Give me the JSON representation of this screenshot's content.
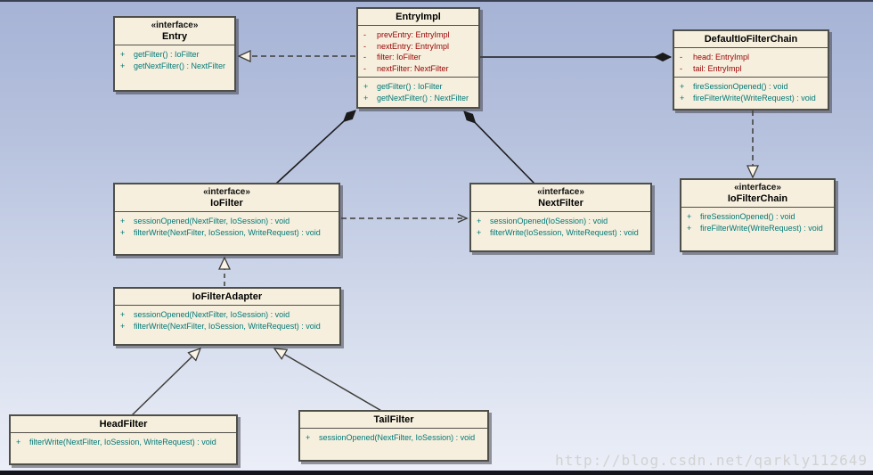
{
  "watermark": "http://blog.csdn.net/qarkly112649",
  "colors": {
    "background_top": "#a6b3d5",
    "background_bottom": "#eceff8",
    "box_fill": "#f6efdd",
    "box_border": "#4f4f49",
    "attribute_text": "#990000",
    "method_text": "#007878",
    "watermark_text": "#cfcfcc"
  },
  "diagram": {
    "classes": [
      {
        "id": "entry",
        "stereotype": "«interface»",
        "name": "Entry",
        "attributes": [],
        "methods": [
          {
            "vis": "+",
            "text": "getFilter() : IoFilter"
          },
          {
            "vis": "+",
            "text": "getNextFilter() : NextFilter"
          }
        ]
      },
      {
        "id": "entryimpl",
        "stereotype": "",
        "name": "EntryImpl",
        "attributes": [
          {
            "vis": "-",
            "text": "prevEntry:  EntryImpl"
          },
          {
            "vis": "-",
            "text": "nextEntry:  EntryImpl"
          },
          {
            "vis": "-",
            "text": "filter:  IoFilter"
          },
          {
            "vis": "-",
            "text": "nextFilter:  NextFilter"
          }
        ],
        "methods": [
          {
            "vis": "+",
            "text": "getFilter() : IoFilter"
          },
          {
            "vis": "+",
            "text": "getNextFilter() : NextFilter"
          }
        ]
      },
      {
        "id": "defaultchain",
        "stereotype": "",
        "name": "DefaultIoFilterChain",
        "attributes": [
          {
            "vis": "-",
            "text": "head:  EntryImpl"
          },
          {
            "vis": "-",
            "text": "tail:  EntryImpl"
          }
        ],
        "methods": [
          {
            "vis": "+",
            "text": "fireSessionOpened() : void"
          },
          {
            "vis": "+",
            "text": "fireFilterWrite(WriteRequest) : void"
          }
        ]
      },
      {
        "id": "iofilter",
        "stereotype": "«interface»",
        "name": "IoFilter",
        "attributes": [],
        "methods": [
          {
            "vis": "+",
            "text": "sessionOpened(NextFilter, IoSession) : void"
          },
          {
            "vis": "+",
            "text": "filterWrite(NextFilter, IoSession, WriteRequest) : void"
          }
        ]
      },
      {
        "id": "nextfilter",
        "stereotype": "«interface»",
        "name": "NextFilter",
        "attributes": [],
        "methods": [
          {
            "vis": "+",
            "text": "sessionOpened(IoSession) : void"
          },
          {
            "vis": "+",
            "text": "filterWrite(IoSession, WriteRequest) : void"
          }
        ]
      },
      {
        "id": "iofilterchain",
        "stereotype": "«interface»",
        "name": "IoFilterChain",
        "attributes": [],
        "methods": [
          {
            "vis": "+",
            "text": "fireSessionOpened() : void"
          },
          {
            "vis": "+",
            "text": "fireFilterWrite(WriteRequest) : void"
          }
        ]
      },
      {
        "id": "iofilteradapter",
        "stereotype": "",
        "name": "IoFilterAdapter",
        "attributes": [],
        "methods": [
          {
            "vis": "+",
            "text": "sessionOpened(NextFilter, IoSession) : void"
          },
          {
            "vis": "+",
            "text": "filterWrite(NextFilter, IoSession, WriteRequest) : void"
          }
        ]
      },
      {
        "id": "headfilter",
        "stereotype": "",
        "name": "HeadFilter",
        "attributes": [],
        "methods": [
          {
            "vis": "+",
            "text": "filterWrite(NextFilter, IoSession, WriteRequest) : void"
          }
        ]
      },
      {
        "id": "tailfilter",
        "stereotype": "",
        "name": "TailFilter",
        "attributes": [],
        "methods": [
          {
            "vis": "+",
            "text": "sessionOpened(NextFilter, IoSession) : void"
          }
        ]
      }
    ],
    "relations": [
      {
        "from": "EntryImpl",
        "to": "Entry",
        "type": "realization"
      },
      {
        "from": "DefaultIoFilterChain",
        "to": "EntryImpl",
        "type": "composition"
      },
      {
        "from": "EntryImpl",
        "to": "IoFilter",
        "type": "composition"
      },
      {
        "from": "EntryImpl",
        "to": "NextFilter",
        "type": "composition"
      },
      {
        "from": "IoFilter",
        "to": "NextFilter",
        "type": "dependency"
      },
      {
        "from": "DefaultIoFilterChain",
        "to": "IoFilterChain",
        "type": "realization"
      },
      {
        "from": "IoFilterAdapter",
        "to": "IoFilter",
        "type": "realization"
      },
      {
        "from": "HeadFilter",
        "to": "IoFilterAdapter",
        "type": "generalization"
      },
      {
        "from": "TailFilter",
        "to": "IoFilterAdapter",
        "type": "generalization"
      }
    ]
  }
}
